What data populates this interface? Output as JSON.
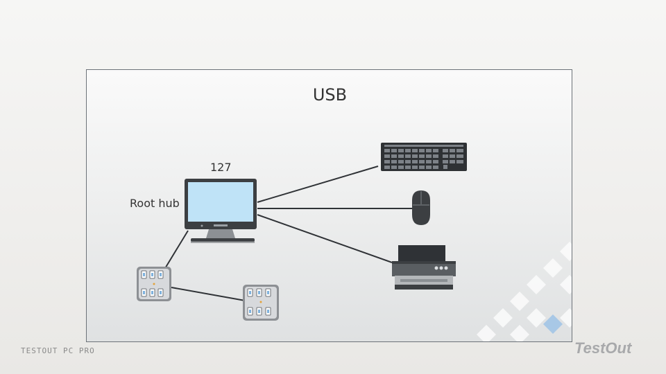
{
  "slide": {
    "title": "USB",
    "computer_count": "127",
    "computer_label": "Root hub"
  },
  "footer": {
    "course": "TESTOUT PC PRO",
    "brand": "TestOut"
  },
  "colors": {
    "screen": "#bfe3f7",
    "device_dark": "#3c3f42",
    "accent_blue": "#a8c8e6"
  },
  "icons": [
    "computer-icon",
    "keyboard-icon",
    "mouse-icon",
    "printer-icon",
    "usb-hub-icon"
  ]
}
